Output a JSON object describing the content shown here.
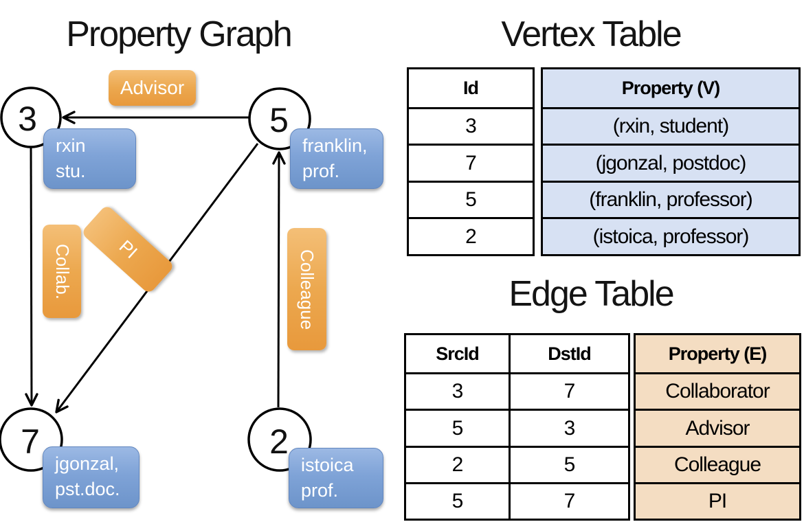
{
  "colors": {
    "edge_label_orange": "#ECA74F",
    "vertex_label_blue": "#7FA3D7",
    "vertex_table_property_bg": "#D7E1F3",
    "edge_table_property_bg": "#F4DDC2",
    "line_black": "#000000"
  },
  "graph": {
    "title": "Property Graph",
    "nodes": [
      {
        "id": "3",
        "prop_line1": "rxin",
        "prop_line2": "stu."
      },
      {
        "id": "5",
        "prop_line1": "franklin,",
        "prop_line2": "prof."
      },
      {
        "id": "7",
        "prop_line1": "jgonzal,",
        "prop_line2": "pst.doc."
      },
      {
        "id": "2",
        "prop_line1": "istoica",
        "prop_line2": "prof."
      }
    ],
    "edge_labels": [
      {
        "label": "Advisor",
        "from": "5",
        "to": "3"
      },
      {
        "label": "Collab.",
        "from": "3",
        "to": "7"
      },
      {
        "label": "PI",
        "from": "5",
        "to": "7"
      },
      {
        "label": "Colleague",
        "from": "2",
        "to": "5"
      }
    ]
  },
  "vertex_table": {
    "title": "Vertex Table",
    "headers": {
      "id": "Id",
      "property": "Property (V)"
    },
    "rows": [
      {
        "id": "3",
        "property": "(rxin, student)"
      },
      {
        "id": "7",
        "property": "(jgonzal, postdoc)"
      },
      {
        "id": "5",
        "property": "(franklin, professor)"
      },
      {
        "id": "2",
        "property": "(istoica, professor)"
      }
    ]
  },
  "edge_table": {
    "title": "Edge Table",
    "headers": {
      "src": "SrcId",
      "dst": "DstId",
      "property": "Property (E)"
    },
    "rows": [
      {
        "src": "3",
        "dst": "7",
        "property": "Collaborator"
      },
      {
        "src": "5",
        "dst": "3",
        "property": "Advisor"
      },
      {
        "src": "2",
        "dst": "5",
        "property": "Colleague"
      },
      {
        "src": "5",
        "dst": "7",
        "property": "PI"
      }
    ]
  }
}
